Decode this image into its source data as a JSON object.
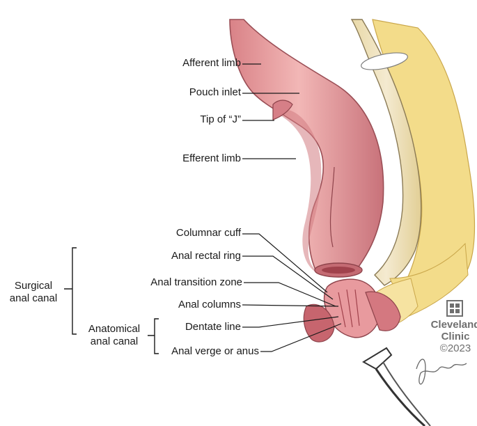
{
  "labels": {
    "afferent_limb": "Afferent limb",
    "pouch_inlet": "Pouch inlet",
    "tip_of_j": "Tip of “J”",
    "efferent_limb": "Efferent limb",
    "columnar_cuff": "Columnar cuff",
    "anal_rectal_ring": "Anal rectal ring",
    "anal_transition_zone": "Anal transition zone",
    "anal_columns": "Anal columns",
    "dentate_line": "Dentate line",
    "anal_verge": "Anal verge or anus"
  },
  "groups": {
    "surgical_line1": "Surgical",
    "surgical_line2": "anal canal",
    "anatomical_line1": "Anatomical",
    "anatomical_line2": "anal canal"
  },
  "credit": {
    "brand_line1": "Cleveland",
    "brand_line2": "Clinic",
    "copyright": "©2023"
  },
  "colors": {
    "pouch": "#e59a9c",
    "pouch_dark": "#c77479",
    "fat": "#f3dc8a",
    "sacrum": "#efe3c0",
    "text": "#1a1a1a",
    "credit_gray": "#6f6f6f"
  }
}
